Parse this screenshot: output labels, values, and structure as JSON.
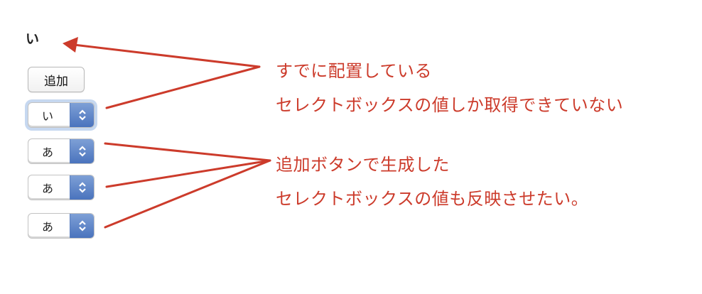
{
  "result_text": "い",
  "add_button": {
    "label": "追加"
  },
  "selects": [
    {
      "value": "い",
      "focused": true
    },
    {
      "value": "あ",
      "focused": false
    },
    {
      "value": "あ",
      "focused": false
    },
    {
      "value": "あ",
      "focused": false
    }
  ],
  "annotations": {
    "top": {
      "line1": "すでに配置している",
      "line2": "セレクトボックスの値しか取得できていない"
    },
    "bottom": {
      "line1": "追加ボタンで生成した",
      "line2": "セレクトボックスの値も反映させたい。"
    }
  },
  "colors": {
    "annotation": "#cc3b2b",
    "stepper": "#4a73bd",
    "focus_ring": "#c6d8f0"
  }
}
